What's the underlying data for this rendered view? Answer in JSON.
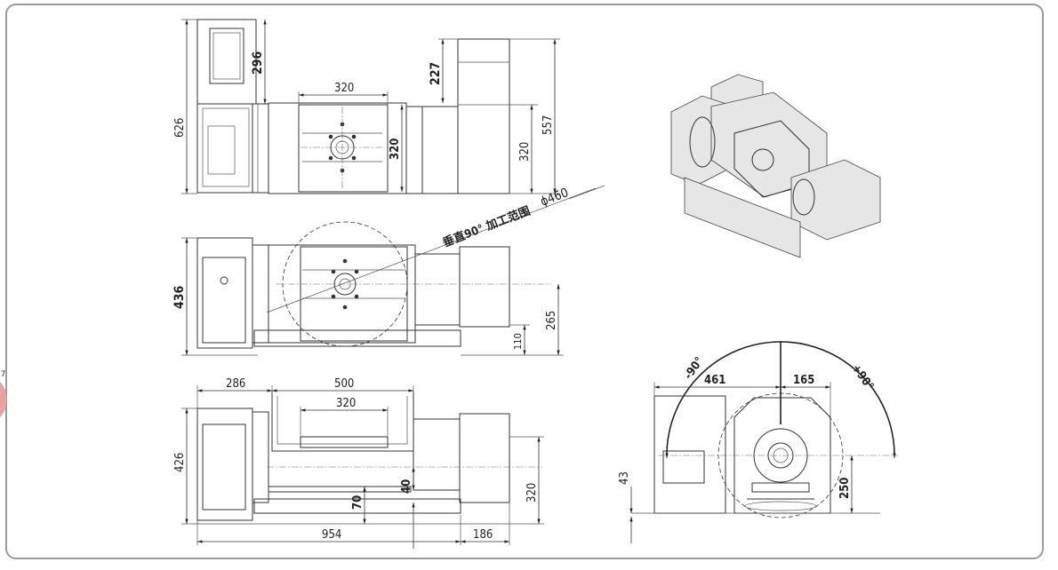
{
  "drawing": {
    "callout": {
      "label": "垂直90°  加工范围",
      "diameter": "ϕ460"
    },
    "top_view": {
      "d_296": "296",
      "d_626": "626",
      "d_320_top": "320",
      "d_227": "227",
      "d_320_side": "320",
      "d_320_motor": "320",
      "d_557": "557"
    },
    "front_view": {
      "d_436": "436",
      "d_265": "265",
      "d_110": "110"
    },
    "bottom_view": {
      "d_286": "286",
      "d_500": "500",
      "d_320": "320",
      "d_426": "426",
      "d_70": "70",
      "d_40": "40",
      "d_320_right": "320",
      "d_954": "954",
      "d_186": "186"
    },
    "side_view": {
      "d_461": "461",
      "d_165": "165",
      "minus_90": "-90°",
      "plus_90": "+90°",
      "d_43": "43",
      "d_250": "250"
    },
    "margin_mark": "7"
  }
}
